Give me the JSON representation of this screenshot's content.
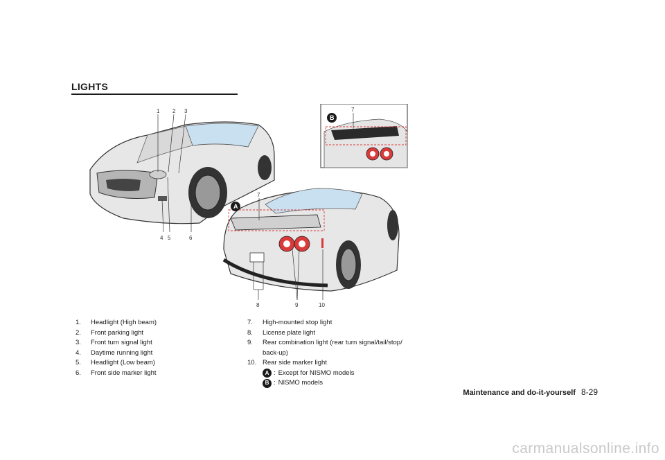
{
  "section_title": "LIGHTS",
  "figure": {
    "callouts_main": [
      "1",
      "2",
      "3",
      "4",
      "5",
      "6"
    ],
    "callouts_rear": [
      "7",
      "8",
      "9",
      "10"
    ],
    "callout_inset": "7",
    "label_a": "A",
    "label_b": "B"
  },
  "items_left": [
    {
      "num": "1.",
      "text": "Headlight (High beam)"
    },
    {
      "num": "2.",
      "text": "Front parking light"
    },
    {
      "num": "3.",
      "text": "Front turn signal light"
    },
    {
      "num": "4.",
      "text": "Daytime running light"
    },
    {
      "num": "5.",
      "text": "Headlight (Low beam)"
    },
    {
      "num": "6.",
      "text": "Front side marker light"
    }
  ],
  "items_right": [
    {
      "num": "7.",
      "text": "High-mounted stop light"
    },
    {
      "num": "8.",
      "text": "License plate light"
    },
    {
      "num": "9.",
      "text": "Rear combination light (rear turn signal/tail/stop/"
    },
    {
      "num": "",
      "text": "back-up)"
    },
    {
      "num": "10.",
      "text": "Rear side marker light"
    }
  ],
  "legend": [
    {
      "badge": "A",
      "text": "Except for NISMO models"
    },
    {
      "badge": "B",
      "text": "NISMO models"
    }
  ],
  "footer": {
    "section": "Maintenance and do-it-yourself",
    "page": "8-29"
  },
  "watermark": "carmanualsonline.info"
}
